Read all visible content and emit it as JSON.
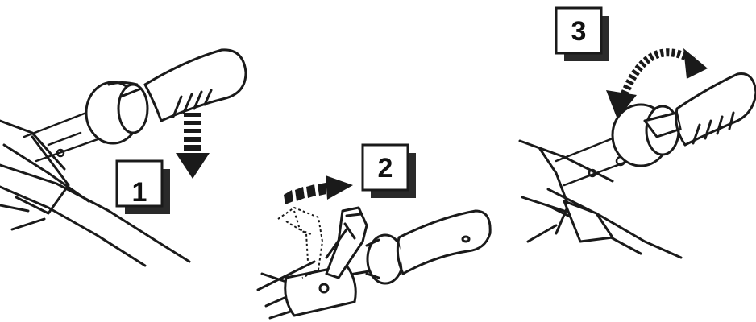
{
  "steps": [
    {
      "number": "1",
      "arrow_icon": "striped-down-arrow-icon"
    },
    {
      "number": "2",
      "arrow_icon": "striped-right-arrow-icon"
    },
    {
      "number": "3",
      "arrow_icon": "curved-double-arrow-icon"
    }
  ],
  "colors": {
    "ink": "#1a1a1a",
    "shadow": "#2a2a2a",
    "background": "#ffffff"
  }
}
